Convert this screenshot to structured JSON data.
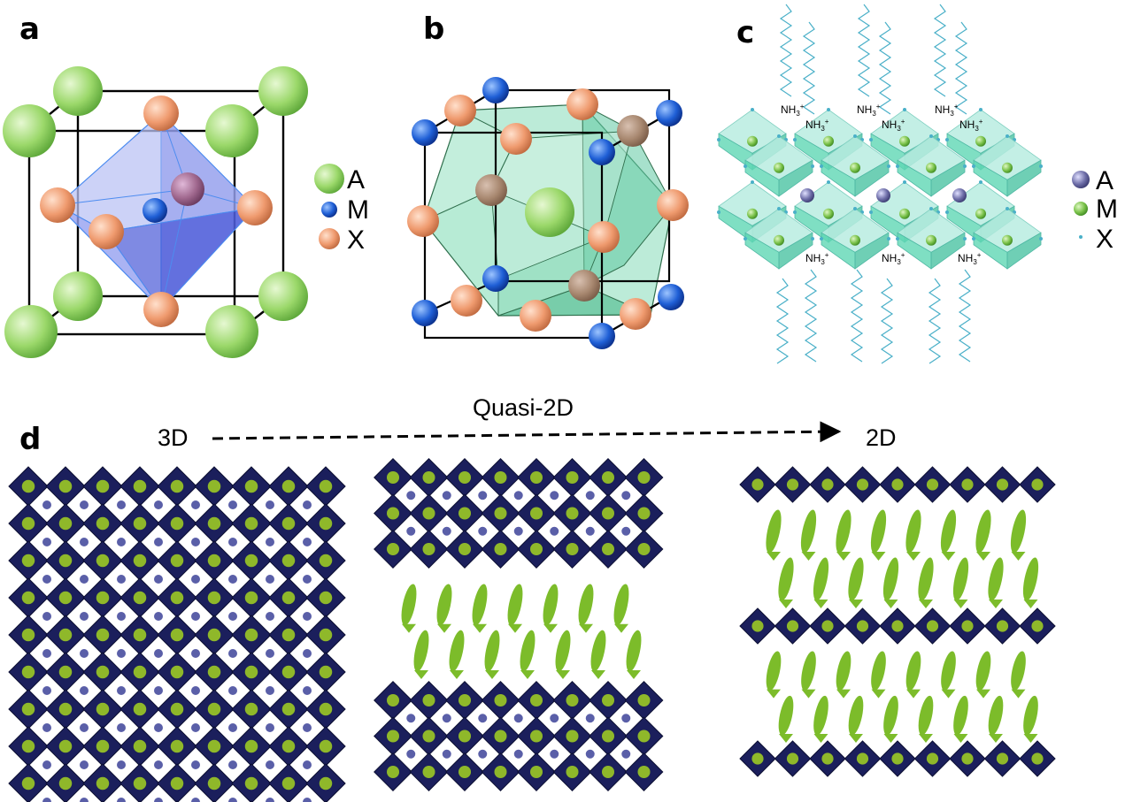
{
  "panels": {
    "a": {
      "letter": "a",
      "legend": [
        "A",
        "M",
        "X"
      ]
    },
    "b": {
      "letter": "b"
    },
    "c": {
      "letter": "c",
      "legend": [
        "A",
        "M",
        "X"
      ],
      "ammonium": {
        "base": "NH",
        "sub": "3",
        "sup": "+"
      }
    },
    "d": {
      "letter": "d",
      "left_label": "3D",
      "middle_label": "Quasi-2D",
      "right_label": "2D"
    }
  },
  "colors": {
    "a_site": "#9bd86a",
    "m_site": "#1f5fd6",
    "x_site": "#ef9a6e",
    "octahedron_blue": "#6f7de8",
    "cubocta_green": "#7fd8b6",
    "layer_teal": "#5fd7b4",
    "d_octahedron": "#1b1f5c",
    "d_m_atom": "#8fb82a",
    "d_a_atom": "#5a5fa8",
    "organic_arrow": "#7cbc2a",
    "chain": "#4ab0c8"
  }
}
